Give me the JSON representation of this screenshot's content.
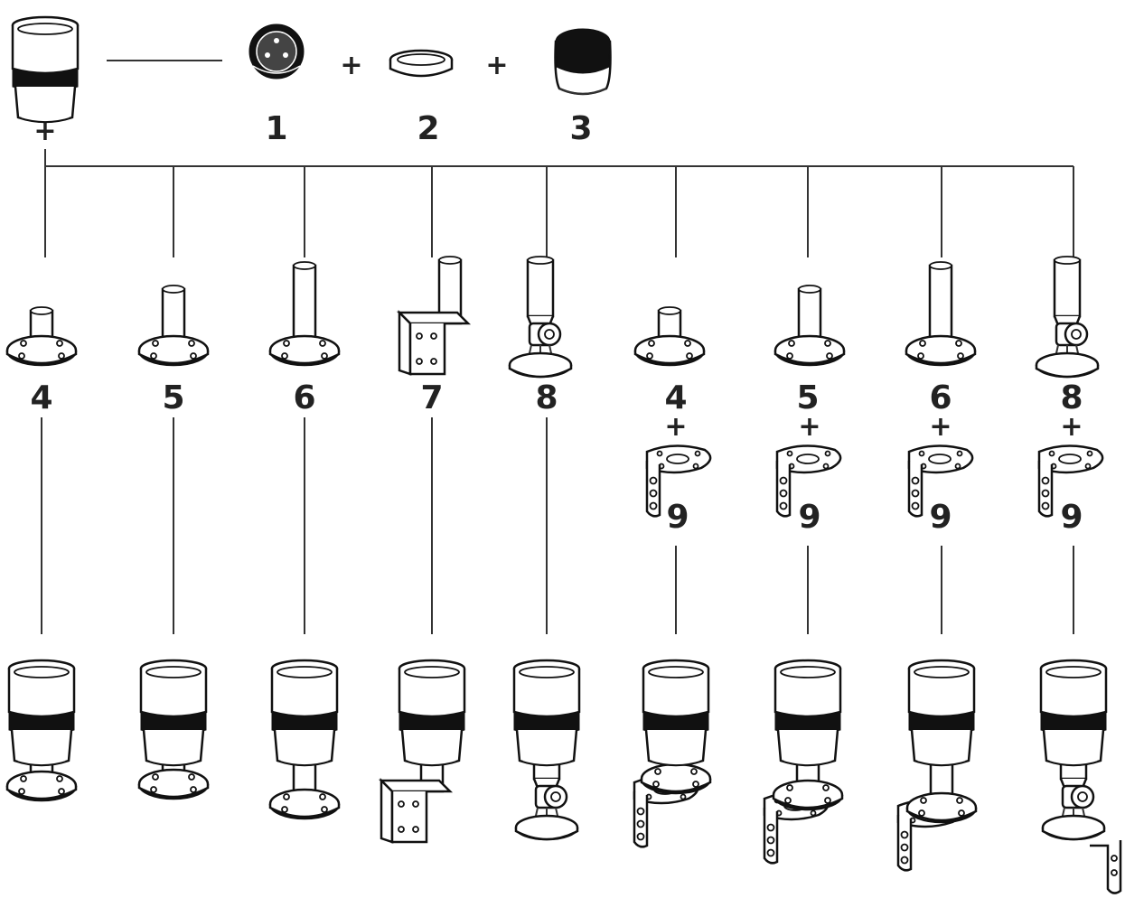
{
  "top": {
    "plus_below_module": "+",
    "components": [
      {
        "label": "1"
      },
      {
        "label": "2"
      },
      {
        "label": "3"
      }
    ],
    "plus_signs": [
      "+",
      "+"
    ]
  },
  "mounts": [
    {
      "label": "4"
    },
    {
      "label": "5"
    },
    {
      "label": "6"
    },
    {
      "label": "7"
    },
    {
      "label": "8"
    },
    {
      "label": "4",
      "plus": "+",
      "bracket_label": "9"
    },
    {
      "label": "5",
      "plus": "+",
      "bracket_label": "9"
    },
    {
      "label": "6",
      "plus": "+",
      "bracket_label": "9"
    },
    {
      "label": "8",
      "plus": "+",
      "bracket_label": "9"
    }
  ]
}
